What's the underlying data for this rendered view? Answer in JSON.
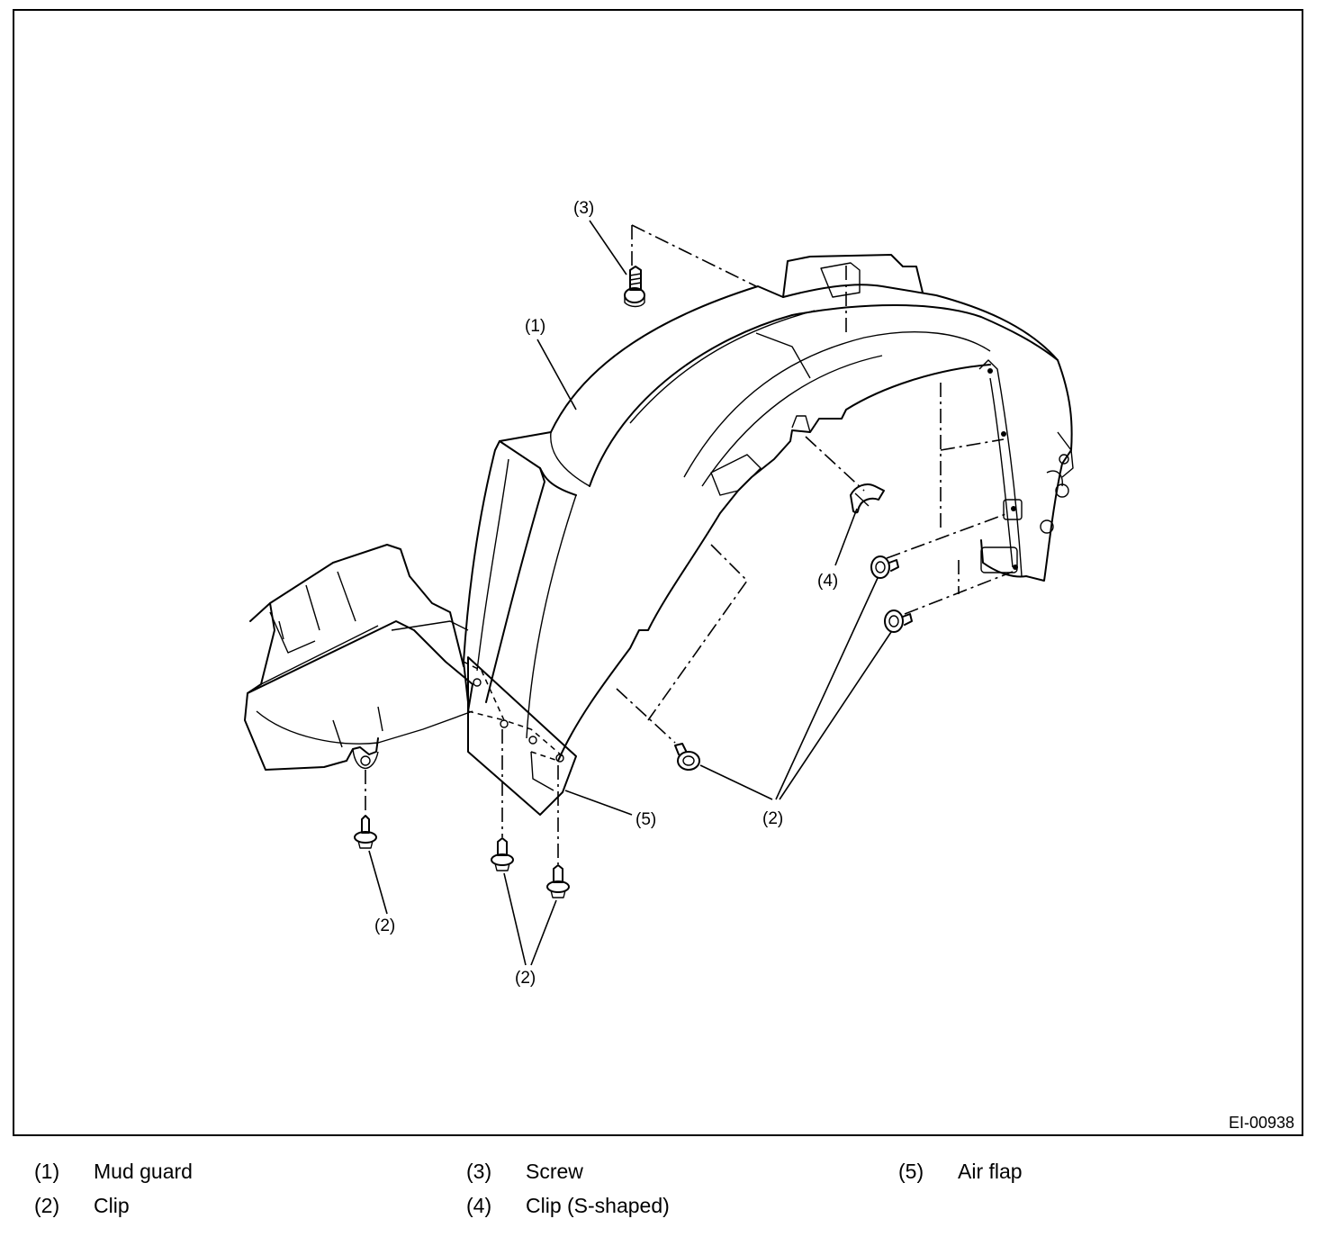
{
  "figure_id": "EI-00938",
  "callouts": {
    "c1": "(1)",
    "c2a": "(2)",
    "c2b": "(2)",
    "c2c": "(2)",
    "c3": "(3)",
    "c4": "(4)",
    "c5": "(5)"
  },
  "legend": [
    {
      "num": "(1)",
      "label": "Mud guard"
    },
    {
      "num": "(2)",
      "label": "Clip"
    },
    {
      "num": "(3)",
      "label": "Screw"
    },
    {
      "num": "(4)",
      "label": "Clip (S-shaped)"
    },
    {
      "num": "(5)",
      "label": "Air flap"
    }
  ],
  "icons": [
    "mud-guard-drawing",
    "clip-icon",
    "screw-icon",
    "s-clip-icon",
    "air-flap-drawing"
  ]
}
